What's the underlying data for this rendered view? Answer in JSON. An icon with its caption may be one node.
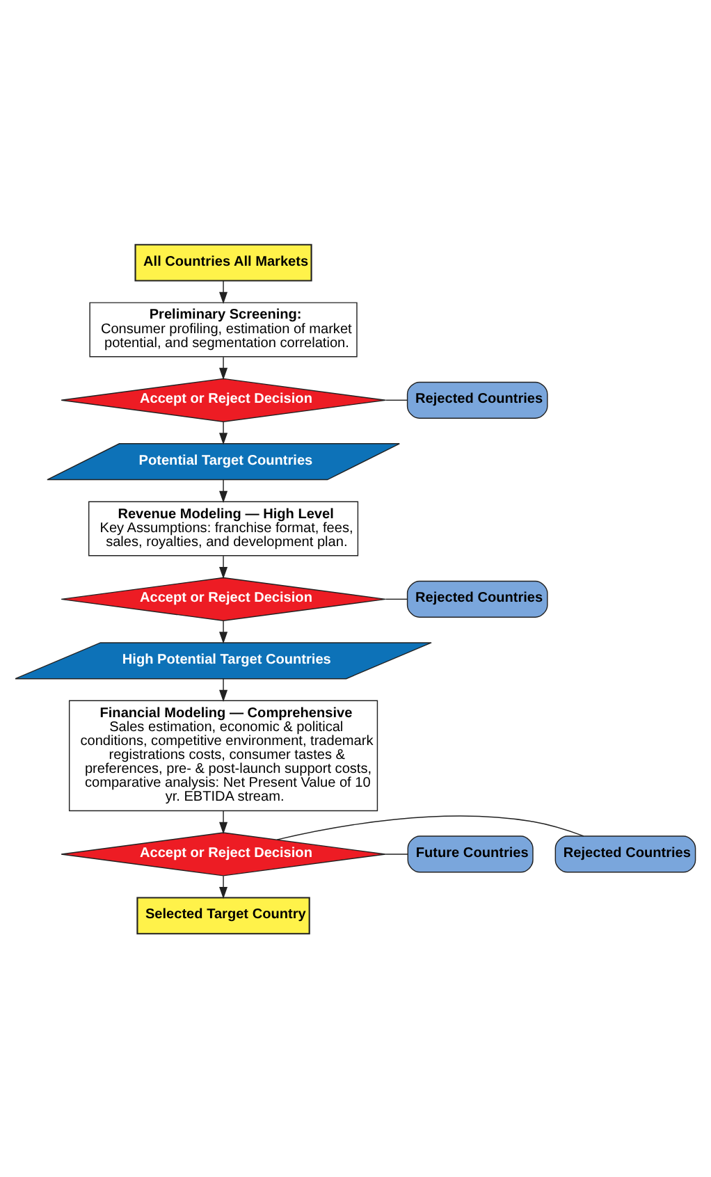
{
  "diagram": {
    "nodes": [
      {
        "text": [
          "All Countries All Markets"
        ]
      },
      {
        "text": [
          "Preliminary Screening:",
          "Consumer profiling, estimation of market potential, and segmentation correlation."
        ]
      },
      {
        "text": [
          "Accept or Reject Decision"
        ]
      },
      {
        "text": [
          "Rejected Countries"
        ]
      },
      {
        "text": [
          "Potential Target Countries"
        ]
      },
      {
        "text": [
          "Revenue Modeling — High Level",
          "Key Assumptions: franchise format, fees, sales, royalties, and development plan."
        ]
      },
      {
        "text": [
          "Accept or Reject Decision"
        ]
      },
      {
        "text": [
          "Rejected Countries"
        ]
      },
      {
        "text": [
          "High Potential Target Countries"
        ]
      },
      {
        "text": [
          "Financial Modeling — Comprehensive",
          "Sales estimation, economic & political conditions, competitive environment, trademark registrations costs, consumer tastes & preferences, pre- & post-launch support costs, comparative analysis: Net Present Value of 10 yr. EBTIDA stream."
        ]
      },
      {
        "text": [
          "Accept or Reject Decision"
        ]
      },
      {
        "text": [
          "Future Countries"
        ]
      },
      {
        "text": [
          "Rejected Countries"
        ]
      },
      {
        "text": [
          "Selected Target Country"
        ]
      }
    ],
    "edges": [
      {
        "from": 0,
        "to": 1,
        "arrow": "to"
      },
      {
        "from": 1,
        "to": 2,
        "arrow": "to"
      },
      {
        "from": 2,
        "to": 3,
        "arrow": "none"
      },
      {
        "from": 2,
        "to": 4,
        "arrow": "to"
      },
      {
        "from": 4,
        "to": 5,
        "arrow": "to"
      },
      {
        "from": 5,
        "to": 6,
        "arrow": "to"
      },
      {
        "from": 6,
        "to": 7,
        "arrow": "none"
      },
      {
        "from": 6,
        "to": 8,
        "arrow": "to"
      },
      {
        "from": 8,
        "to": 9,
        "arrow": "to"
      },
      {
        "from": 9,
        "to": 10,
        "arrow": "to"
      },
      {
        "from": 10,
        "to": 11,
        "arrow": "none"
      },
      {
        "from": 10,
        "to": 12,
        "arrow": "none"
      },
      {
        "from": 10,
        "to": 13,
        "arrow": "to"
      }
    ]
  }
}
